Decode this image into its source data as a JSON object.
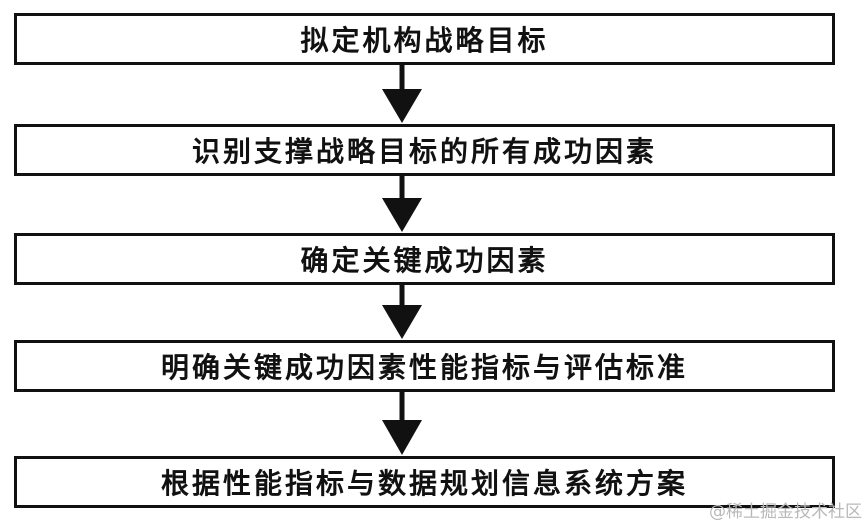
{
  "steps": [
    {
      "label": "拟定机构战略目标"
    },
    {
      "label": "识别支撑战略目标的所有成功因素"
    },
    {
      "label": "确定关键成功因素"
    },
    {
      "label": "明确关键成功因素性能指标与评估标准"
    },
    {
      "label": "根据性能指标与数据规划信息系统方案"
    }
  ],
  "watermark": "@稀土掘金技术社区",
  "colors": {
    "stroke": "#111111",
    "box_fill": "#ffffff",
    "watermark": "#b9b9b9"
  }
}
